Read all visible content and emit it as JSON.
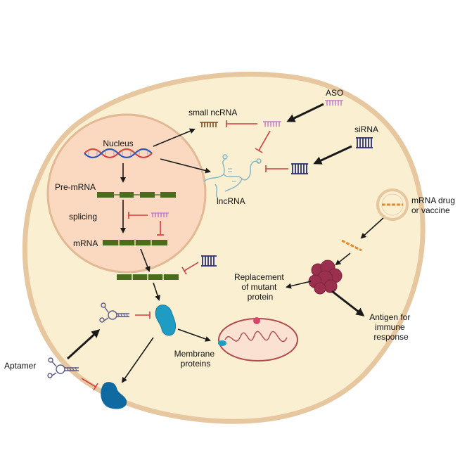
{
  "labels": {
    "nucleus": "Nucleus",
    "pre_mrna": "Pre-mRNA",
    "splicing": "splicing",
    "mrna": "mRNA",
    "small_ncrna": "small ncRNA",
    "lncrna": "lncRNA",
    "aso": "ASO",
    "sirna": "siRNA",
    "mrna_drug_line1": "mRNA drug",
    "mrna_drug_line2": "or vaccine",
    "replacement_line1": "Replacement",
    "replacement_line2": "of mutant",
    "replacement_line3": "protein",
    "antigen_line1": "Antigen for",
    "antigen_line2": "immune",
    "antigen_line3": "response",
    "membrane_line1": "Membrane",
    "membrane_line2": "proteins",
    "aptamer": "Aptamer"
  },
  "colors": {
    "cell_fill": "#fbefd1",
    "cell_border": "#e7c7a0",
    "nucleus_fill": "#fad9c0",
    "nucleus_border": "#e3b894",
    "mrna_green": "#4b6b1e",
    "aso_pink": "#c77fc9",
    "sirna_navy": "#2a2f77",
    "small_ncrna_brown": "#7a4a1e",
    "protein_teal": "#1f9cc4",
    "protein_dark_blue": "#0e6aa0",
    "mutant_protein": "#9b2f4e",
    "inhibit_red": "#d23b3b",
    "vaccine_orange": "#e8892a",
    "dna_red": "#d9453d",
    "dna_blue": "#2f55b8"
  }
}
